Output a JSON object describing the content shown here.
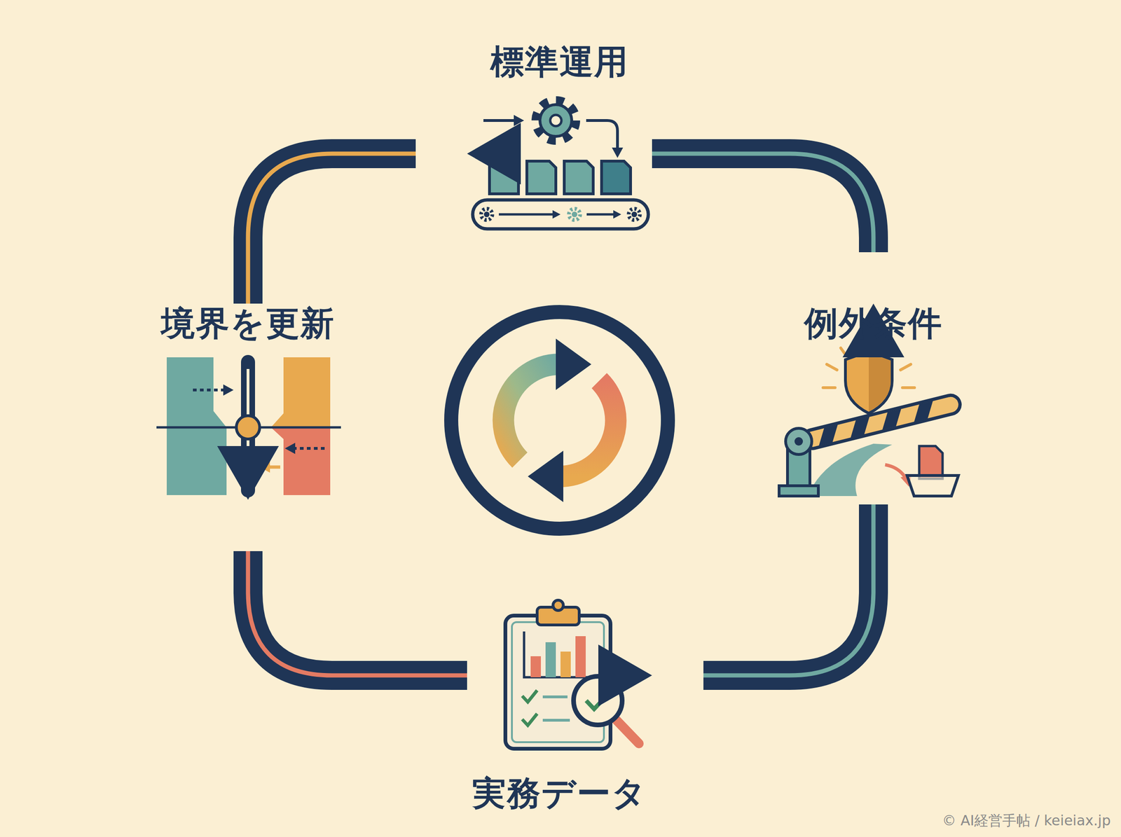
{
  "diagram": {
    "nodes": [
      {
        "text": [
          "標準運用"
        ]
      },
      {
        "text": [
          "例外条件"
        ]
      },
      {
        "text": [
          "実務データ"
        ]
      },
      {
        "text": [
          "境界を更新"
        ]
      }
    ],
    "edges": [
      {
        "from": 0,
        "to": 1,
        "arrow": "to"
      },
      {
        "from": 1,
        "to": 2,
        "arrow": "to"
      },
      {
        "from": 2,
        "to": 3,
        "arrow": "to"
      },
      {
        "from": 3,
        "to": 0,
        "arrow": "to"
      }
    ],
    "labels": [
      "© AI経営手帖 / keieiax.jp"
    ]
  }
}
